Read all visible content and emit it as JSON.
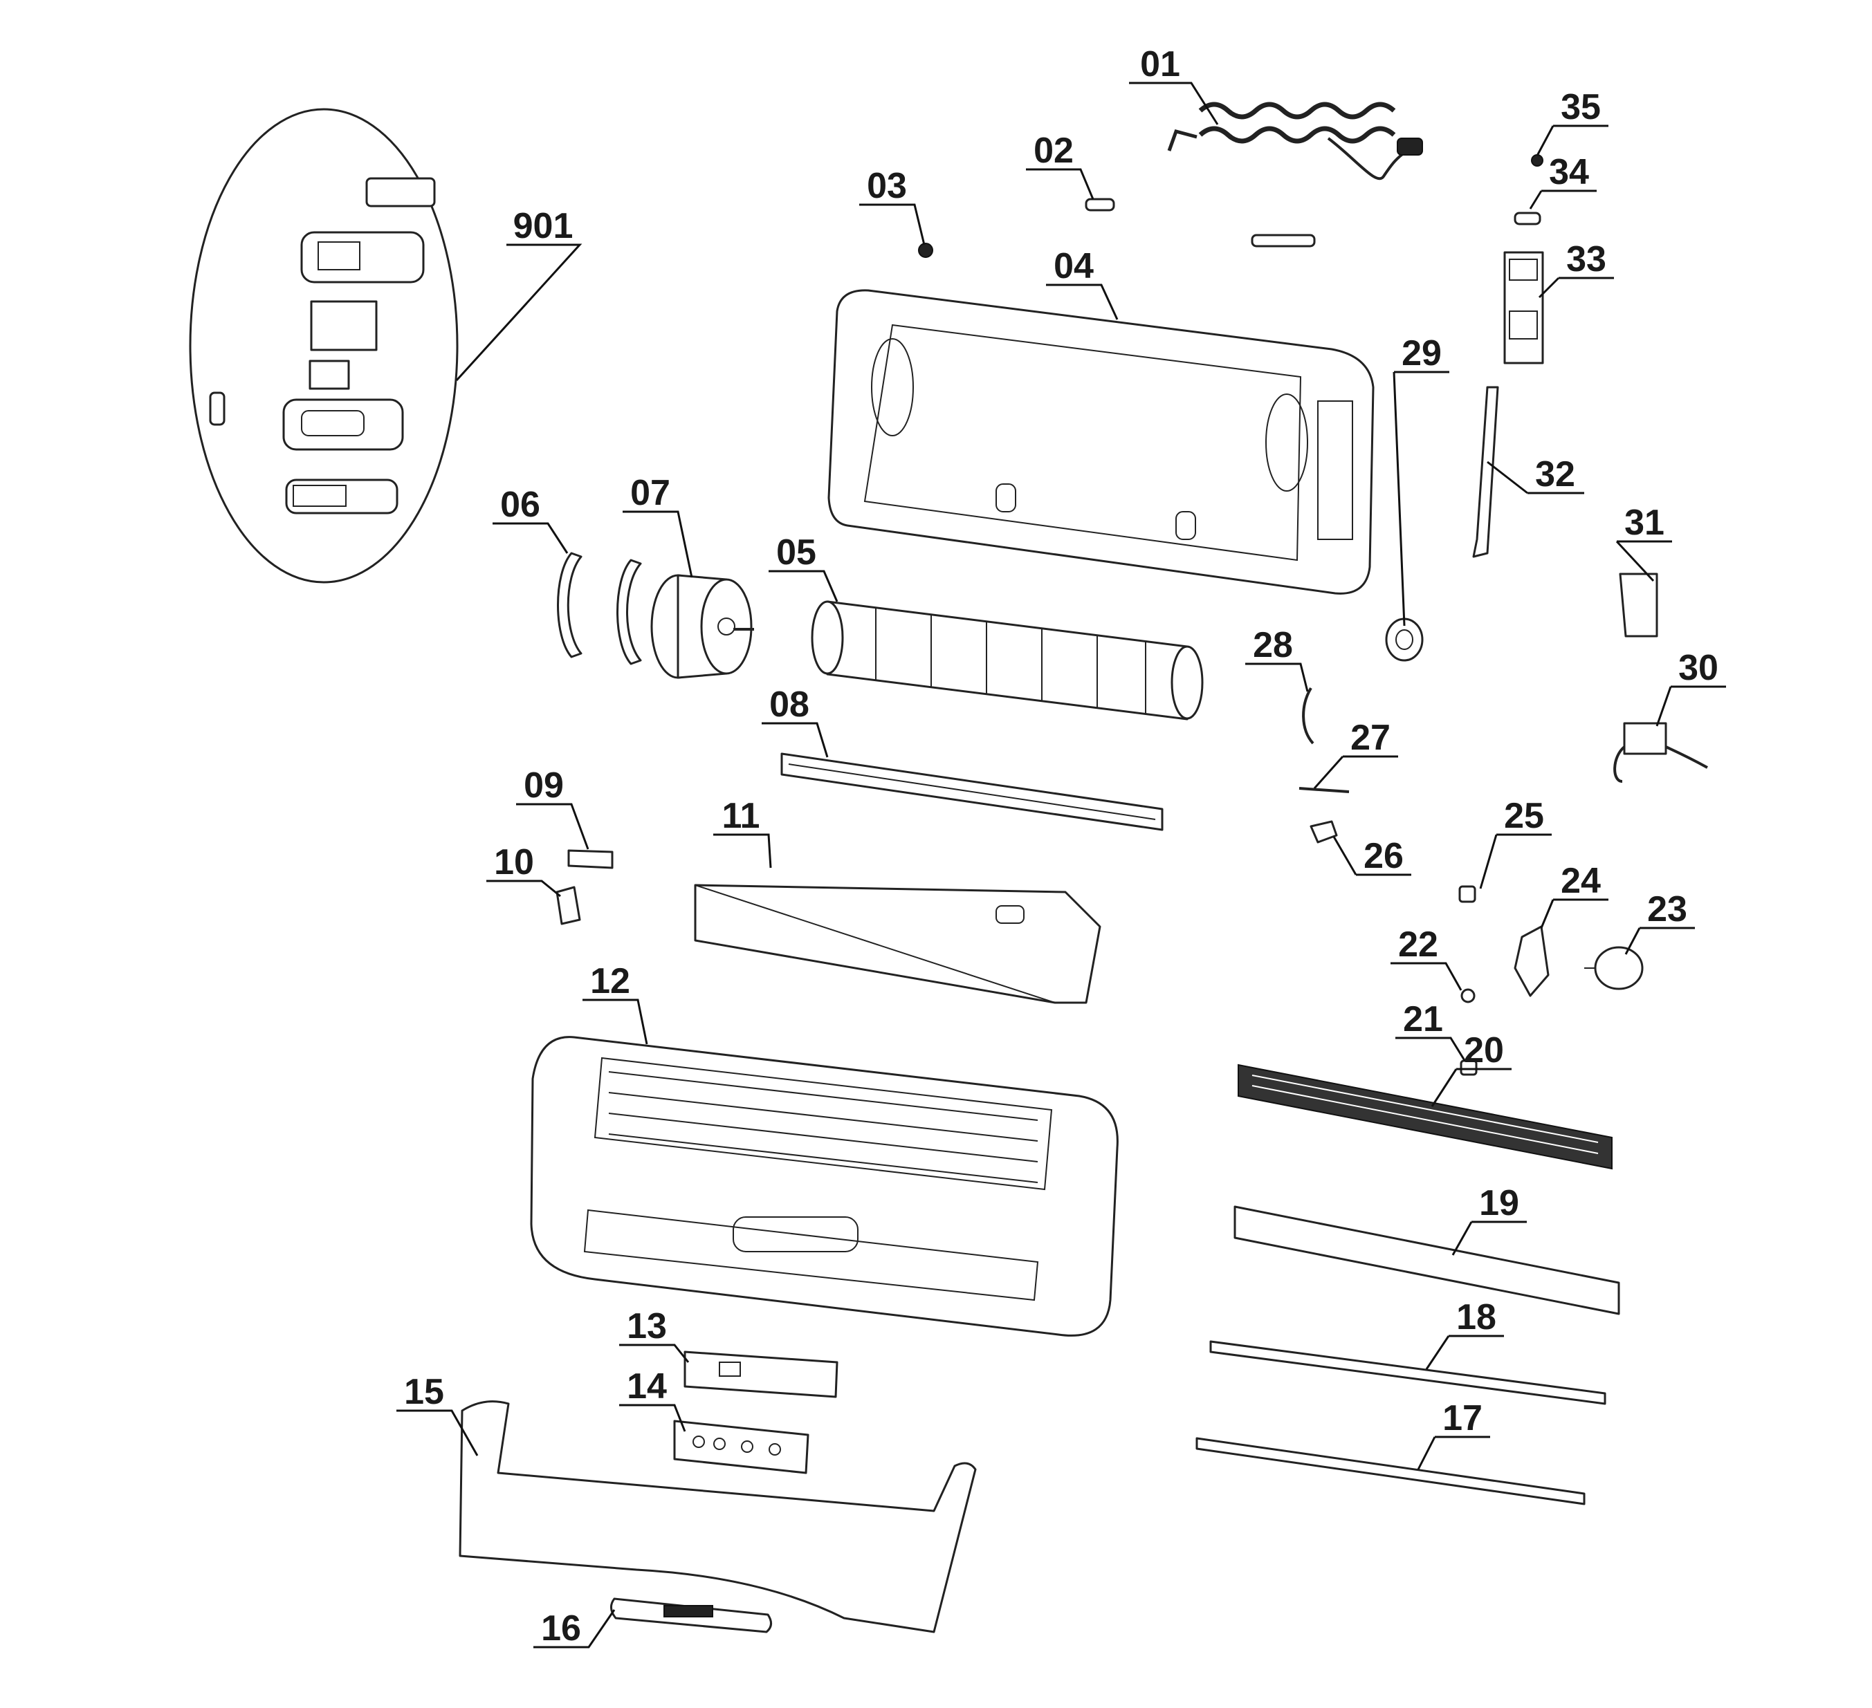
{
  "labels": {
    "p01": "01",
    "p02": "02",
    "p03": "03",
    "p04": "04",
    "p05": "05",
    "p06": "06",
    "p07": "07",
    "p08": "08",
    "p09": "09",
    "p10": "10",
    "p11": "11",
    "p12": "12",
    "p13": "13",
    "p14": "14",
    "p15": "15",
    "p16": "16",
    "p17": "17",
    "p18": "18",
    "p19": "19",
    "p20": "20",
    "p21": "21",
    "p22": "22",
    "p23": "23",
    "p24": "24",
    "p25": "25",
    "p26": "26",
    "p27": "27",
    "p28": "28",
    "p29": "29",
    "p30": "30",
    "p31": "31",
    "p32": "32",
    "p33": "33",
    "p34": "34",
    "p35": "35",
    "p901": "901"
  }
}
